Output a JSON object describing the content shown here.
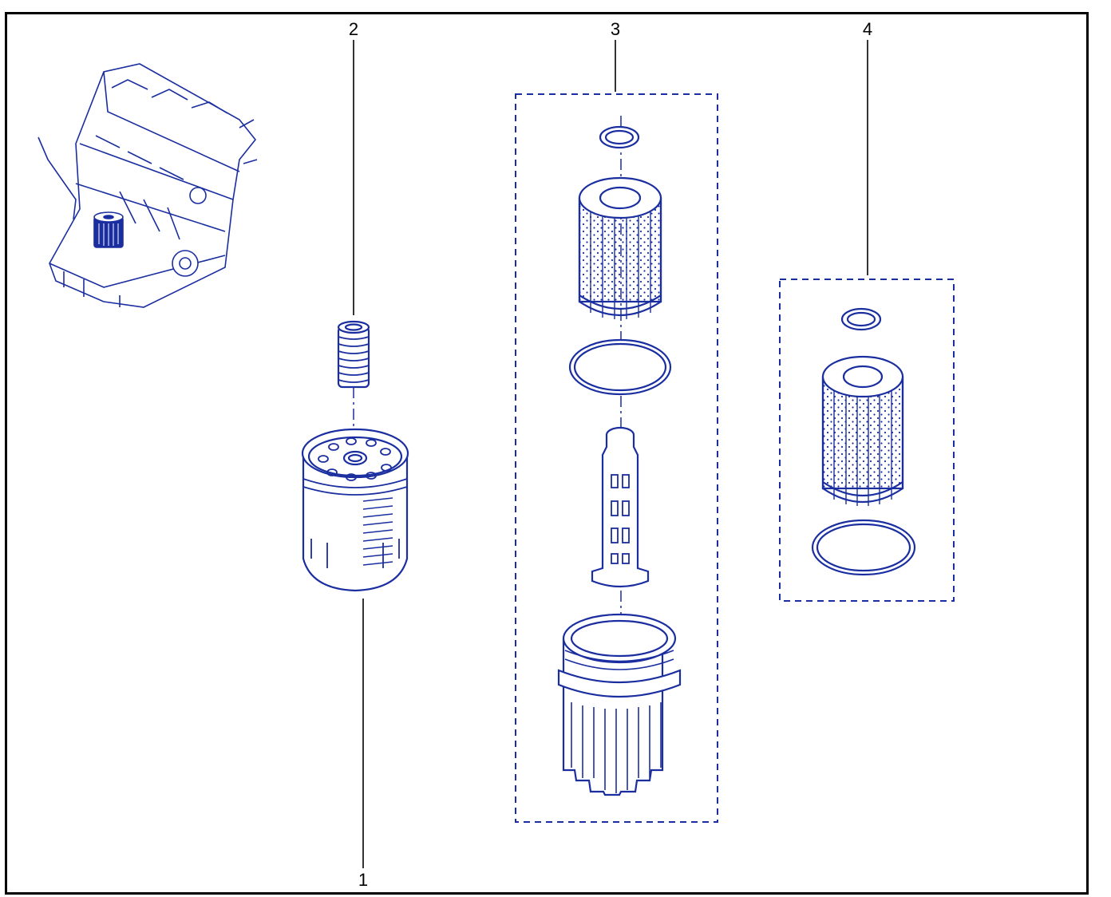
{
  "colors": {
    "line": "#1a2ea0",
    "frame": "#000000",
    "background": "#ffffff"
  },
  "icons": [
    "engine-thumbnail-icon",
    "oil-filter-cartridge-icon",
    "threaded-adapter-icon",
    "oil-filter-kit-icon",
    "filter-element-kit-icon"
  ],
  "callouts": {
    "c1": "1",
    "c2": "2",
    "c3": "3",
    "c4": "4"
  }
}
